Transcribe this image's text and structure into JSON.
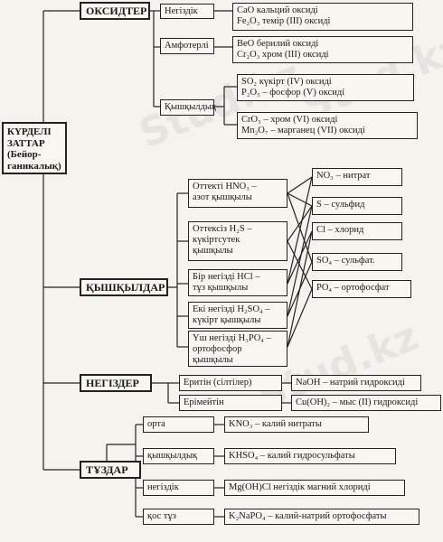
{
  "watermark": "Stud.kz",
  "root": "КҮРДЕЛІ\nЗАТТАР\n(Бейор-\nганикалық)",
  "oxides": {
    "title": "ОКСИДТЕР",
    "basic": {
      "label": "Негіздік",
      "examples": "CaO кальций оксиді\nFe₂O₃ темір (III) оксиді"
    },
    "amphoteric": {
      "label": "Амфотерлі",
      "examples": "BeO берилий оксиді\nCr₂O₃  хром (III) оксиді"
    },
    "acidic": {
      "label": "Қышқылдық",
      "examples_1": "SO₂ күкірт (IV) оксиді\nP₂O₅ – фосфор (V) оксиді",
      "examples_2": "CrO₃ – хром (VI) оксиді\nMn₂O₇ – марганец (VII) оксиді"
    }
  },
  "acids": {
    "title": "ҚЫШҚЫЛДАР",
    "items": [
      "Оттекті HNO₃ –\nазот қышқылы",
      "Оттексіз H₂S –\nкүкіртсутек\nқышқылы",
      "Бір негізді HCl –\nтұз қышқылы",
      "Екі негізді H₂SO₄ –\nкүкірт қышқылы",
      "Үш негізді H₃PO₄ –\nортофосфор\nқышқылы"
    ],
    "residues": [
      "NO₃ – нитрат",
      "S – сульфид",
      "Cl – хлорид",
      "SO₄ – сульфат.",
      "PO₄ – ортофосфат"
    ]
  },
  "bases": {
    "title": "НЕГІЗДЕР",
    "soluble": {
      "label": "Еритін (сілтілер)",
      "example": "NaOH – натрий гидроксиді"
    },
    "insoluble": {
      "label": "Ерімейтін",
      "example": "Cu(OH)₂ – мыс (II) гидроксиді"
    }
  },
  "salts": {
    "title": "ТҰЗДАР",
    "items": [
      {
        "label": "орта",
        "example": "KNO₃ – калий нитраты"
      },
      {
        "label": "қышқылдық",
        "example": "KHSO₄ – калий гидросульфаты"
      },
      {
        "label": "негіздік",
        "example": "Mg(OH)Cl негіздік магний хлориді"
      },
      {
        "label": "қос тұз",
        "example": "K₂NaPO₄ – калий-натрий ортофосфаты"
      }
    ]
  }
}
